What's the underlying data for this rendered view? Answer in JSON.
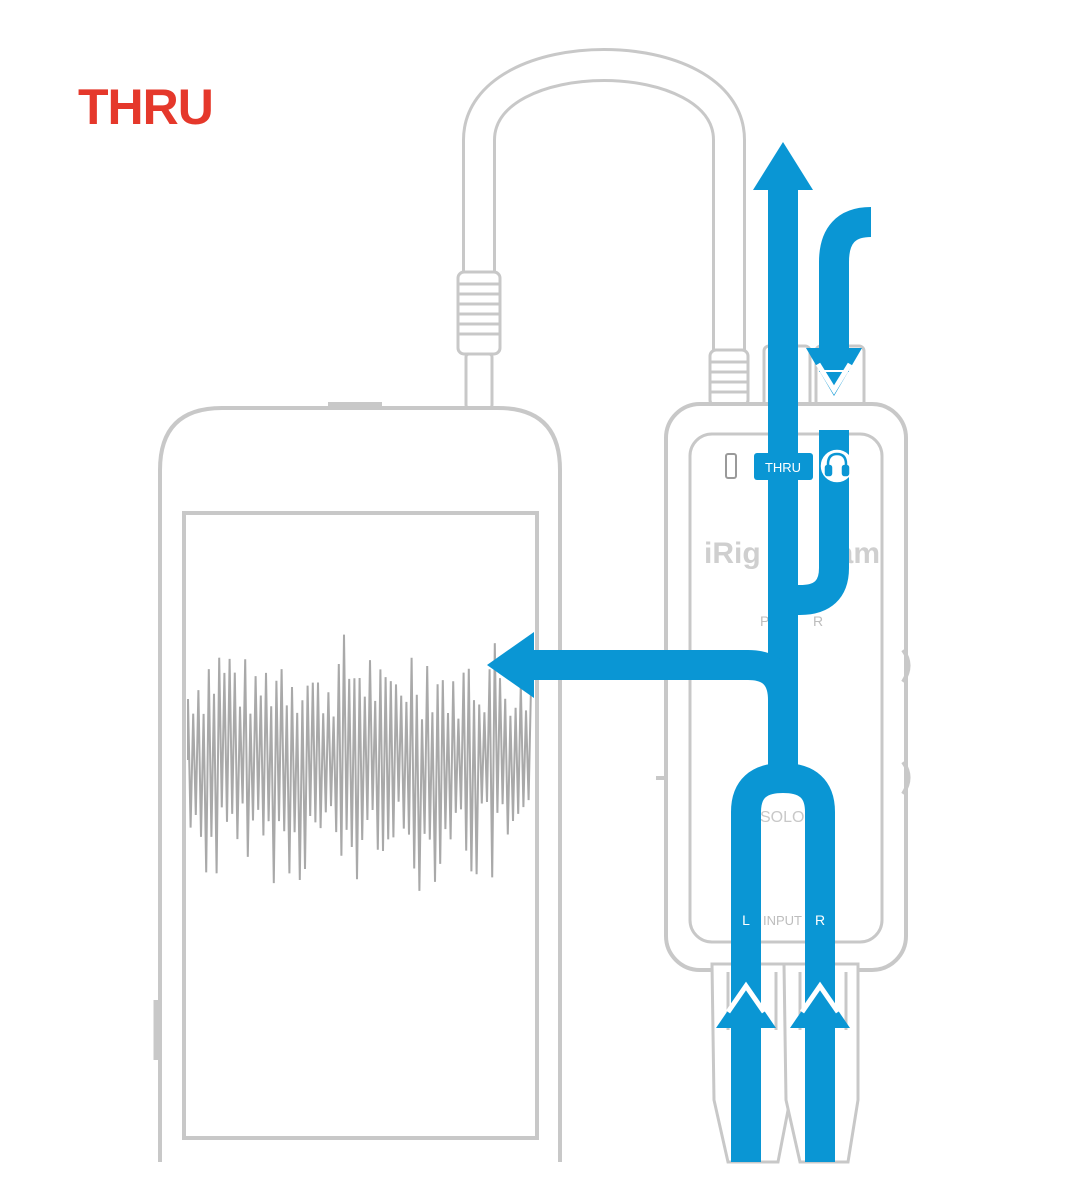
{
  "heading": {
    "text": "THRU",
    "color": "#e5382b"
  },
  "device": {
    "brand": "iRig",
    "brand_tail": "eam",
    "thru_badge": "THRU",
    "power_label": "P",
    "power_tail": "R",
    "solo_label": "SOLO",
    "input_left": "L",
    "input_center": "INPUT",
    "input_right": "R"
  },
  "colors": {
    "signal": "#0a96d4",
    "outline": "#c8c8c8",
    "wave": "#a9a9a9",
    "heading": "#e5382b"
  },
  "icons": [
    "phone-icon",
    "headphones-icon"
  ]
}
